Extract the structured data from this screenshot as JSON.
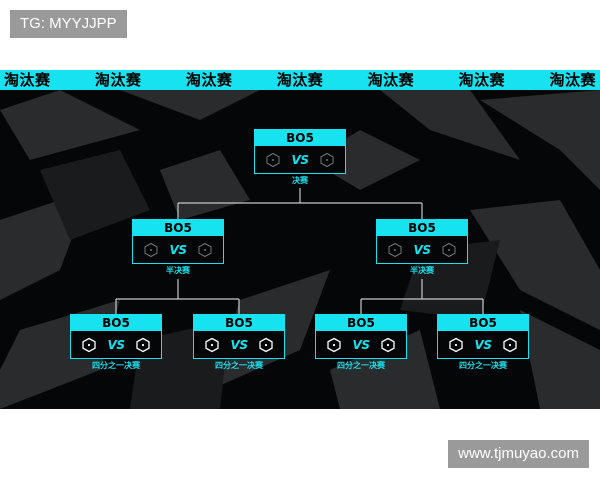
{
  "watermarks": {
    "top": "TG: MYYJJPP",
    "bottom": "www.tjmuyao.com"
  },
  "banner": {
    "ticker": [
      "淘汰赛",
      "淘汰赛",
      "淘汰赛",
      "淘汰赛",
      "淘汰赛",
      "淘汰赛",
      "淘汰赛"
    ]
  },
  "colors": {
    "accent": "#16e2f0",
    "background": "#050607",
    "watermark_bg": "#9a9a9a"
  },
  "bracket": {
    "final": {
      "format": "BO5",
      "vs": "VS",
      "stage": "决赛"
    },
    "semis": [
      {
        "format": "BO5",
        "vs": "VS",
        "stage": "半决赛"
      },
      {
        "format": "BO5",
        "vs": "VS",
        "stage": "半决赛"
      }
    ],
    "quarters": [
      {
        "format": "BO5",
        "vs": "VS",
        "stage": "四分之一决赛"
      },
      {
        "format": "BO5",
        "vs": "VS",
        "stage": "四分之一决赛"
      },
      {
        "format": "BO5",
        "vs": "VS",
        "stage": "四分之一决赛"
      },
      {
        "format": "BO5",
        "vs": "VS",
        "stage": "四分之一决赛"
      }
    ]
  },
  "icons": {
    "team_slot": "hexagon-team-icon"
  }
}
